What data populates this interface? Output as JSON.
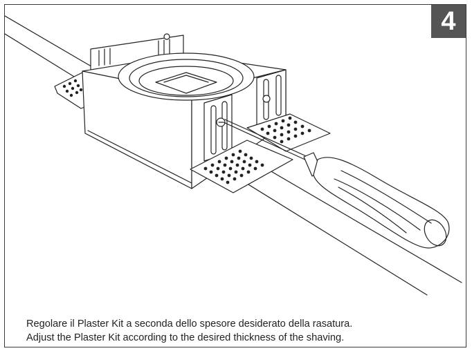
{
  "step": {
    "number": "4"
  },
  "caption": {
    "italian": "Regolare il Plaster Kit a seconda dello spesore desiderato della rasatura.",
    "english": "Adjust the Plaster Kit according to the desired thickness of the shaving."
  },
  "illustration": {
    "subject": "recessed-light-housing-with-plaster-kit-and-screwdriver",
    "colors": {
      "line": "#222222",
      "badge": "#555555",
      "fill": "#ffffff"
    }
  }
}
